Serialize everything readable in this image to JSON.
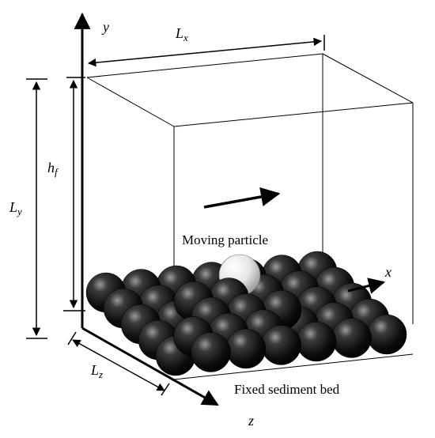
{
  "axes": {
    "x": "x",
    "y": "y",
    "z": "z"
  },
  "dimensions": {
    "lx_main": "L",
    "lx_sub": "x",
    "ly_main": "L",
    "ly_sub": "y",
    "lz_main": "L",
    "lz_sub": "z",
    "hf_main": "h",
    "hf_sub": "f"
  },
  "labels": {
    "moving_particle": "Moving particle",
    "sediment_bed": "Fixed sediment bed"
  },
  "colors": {
    "line": "#000000",
    "bed_sphere": "#1a1a1a",
    "moving_sphere": "#d8d8d8"
  }
}
